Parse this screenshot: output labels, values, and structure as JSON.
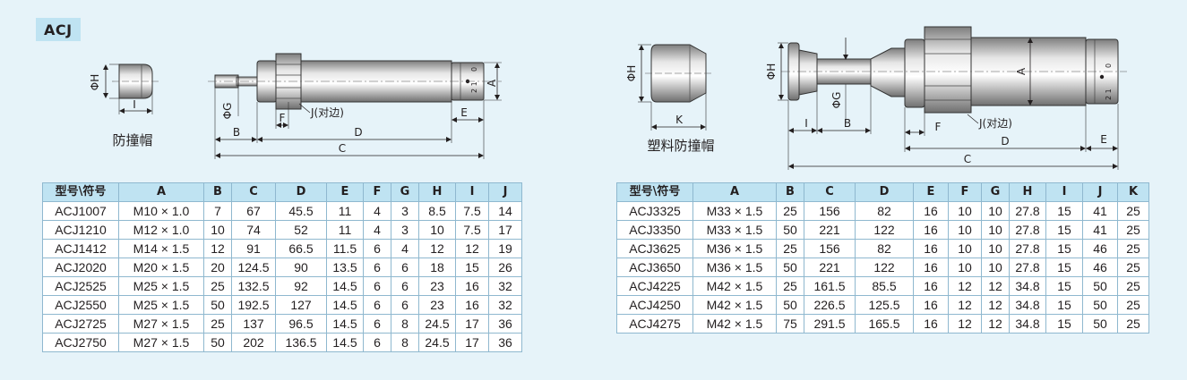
{
  "series_title": "ACJ",
  "left_drawing": {
    "cap_label": "防撞帽",
    "dims": {
      "H": "ΦH",
      "I": "I",
      "G": "ΦG",
      "F": "F",
      "J": "J(对边)",
      "B": "B",
      "D": "D",
      "C": "C",
      "E": "E",
      "A": "A"
    }
  },
  "right_drawing": {
    "cap_label": "塑料防撞帽",
    "dims": {
      "H": "ΦH",
      "K": "K",
      "H2": "ΦH",
      "G": "ΦG",
      "I": "I",
      "B": "B",
      "F": "F",
      "J": "J(对边)",
      "D": "D",
      "C": "C",
      "E": "E",
      "A": "A"
    }
  },
  "left_table": {
    "headers": [
      "型号\\符号",
      "A",
      "B",
      "C",
      "D",
      "E",
      "F",
      "G",
      "H",
      "I",
      "J"
    ],
    "rows": [
      [
        "ACJ1007",
        "M10 × 1.0",
        "7",
        "67",
        "45.5",
        "11",
        "4",
        "3",
        "8.5",
        "7.5",
        "14"
      ],
      [
        "ACJ1210",
        "M12 × 1.0",
        "10",
        "74",
        "52",
        "11",
        "4",
        "3",
        "10",
        "7.5",
        "17"
      ],
      [
        "ACJ1412",
        "M14 × 1.5",
        "12",
        "91",
        "66.5",
        "11.5",
        "6",
        "4",
        "12",
        "12",
        "19"
      ],
      [
        "ACJ2020",
        "M20 × 1.5",
        "20",
        "124.5",
        "90",
        "13.5",
        "6",
        "6",
        "18",
        "15",
        "26"
      ],
      [
        "ACJ2525",
        "M25 × 1.5",
        "25",
        "132.5",
        "92",
        "14.5",
        "6",
        "6",
        "23",
        "16",
        "32"
      ],
      [
        "ACJ2550",
        "M25 × 1.5",
        "50",
        "192.5",
        "127",
        "14.5",
        "6",
        "6",
        "23",
        "16",
        "32"
      ],
      [
        "ACJ2725",
        "M27 × 1.5",
        "25",
        "137",
        "96.5",
        "14.5",
        "6",
        "8",
        "24.5",
        "17",
        "36"
      ],
      [
        "ACJ2750",
        "M27 × 1.5",
        "50",
        "202",
        "136.5",
        "14.5",
        "6",
        "8",
        "24.5",
        "17",
        "36"
      ]
    ]
  },
  "right_table": {
    "headers": [
      "型号\\符号",
      "A",
      "B",
      "C",
      "D",
      "E",
      "F",
      "G",
      "H",
      "I",
      "J",
      "K"
    ],
    "rows": [
      [
        "ACJ3325",
        "M33 × 1.5",
        "25",
        "156",
        "82",
        "16",
        "10",
        "10",
        "27.8",
        "15",
        "41",
        "25"
      ],
      [
        "ACJ3350",
        "M33 × 1.5",
        "50",
        "221",
        "122",
        "16",
        "10",
        "10",
        "27.8",
        "15",
        "41",
        "25"
      ],
      [
        "ACJ3625",
        "M36 × 1.5",
        "25",
        "156",
        "82",
        "16",
        "10",
        "10",
        "27.8",
        "15",
        "46",
        "25"
      ],
      [
        "ACJ3650",
        "M36 × 1.5",
        "50",
        "221",
        "122",
        "16",
        "10",
        "10",
        "27.8",
        "15",
        "46",
        "25"
      ],
      [
        "ACJ4225",
        "M42 × 1.5",
        "25",
        "161.5",
        "85.5",
        "16",
        "12",
        "12",
        "34.8",
        "15",
        "50",
        "25"
      ],
      [
        "ACJ4250",
        "M42 × 1.5",
        "50",
        "226.5",
        "125.5",
        "16",
        "12",
        "12",
        "34.8",
        "15",
        "50",
        "25"
      ],
      [
        "ACJ4275",
        "M42 × 1.5",
        "75",
        "291.5",
        "165.5",
        "16",
        "12",
        "12",
        "34.8",
        "15",
        "50",
        "25"
      ]
    ]
  }
}
